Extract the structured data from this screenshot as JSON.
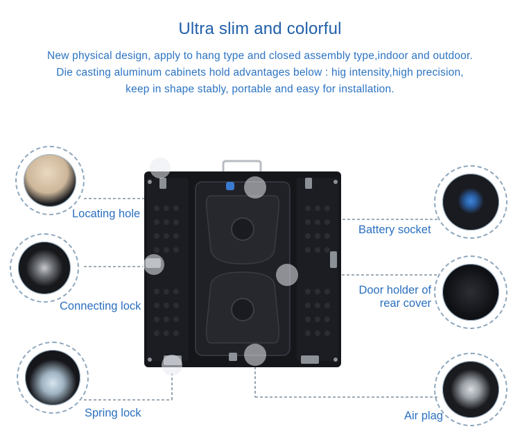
{
  "header": {
    "title": "Ultra slim and colorful",
    "lines": [
      "New physical design, apply to hang type and closed assembly type,indoor and outdoor.",
      "Die casting aluminum cabinets hold advantages below : hig intensity,high precision,",
      "keep in shape stably, portable and easy for installation."
    ]
  },
  "features": {
    "locating_hole": "Locating hole",
    "connecting_lock": "Connecting lock",
    "spring_lock": "Spring lock",
    "battery_socket": "Battery socket",
    "door_holder_line1": "Door holder of",
    "door_holder_line2": "rear cover",
    "air_plag": "Air plag"
  },
  "colors": {
    "title": "#1f5fa8",
    "text": "#2b73c2",
    "connector": "#8a9aa8",
    "panel": "#16171b"
  },
  "icons": [
    "locating-hole-photo",
    "connecting-lock-photo",
    "spring-lock-photo",
    "battery-socket-photo",
    "door-holder-photo",
    "air-plug-photo",
    "led-cabinet-back-photo"
  ]
}
